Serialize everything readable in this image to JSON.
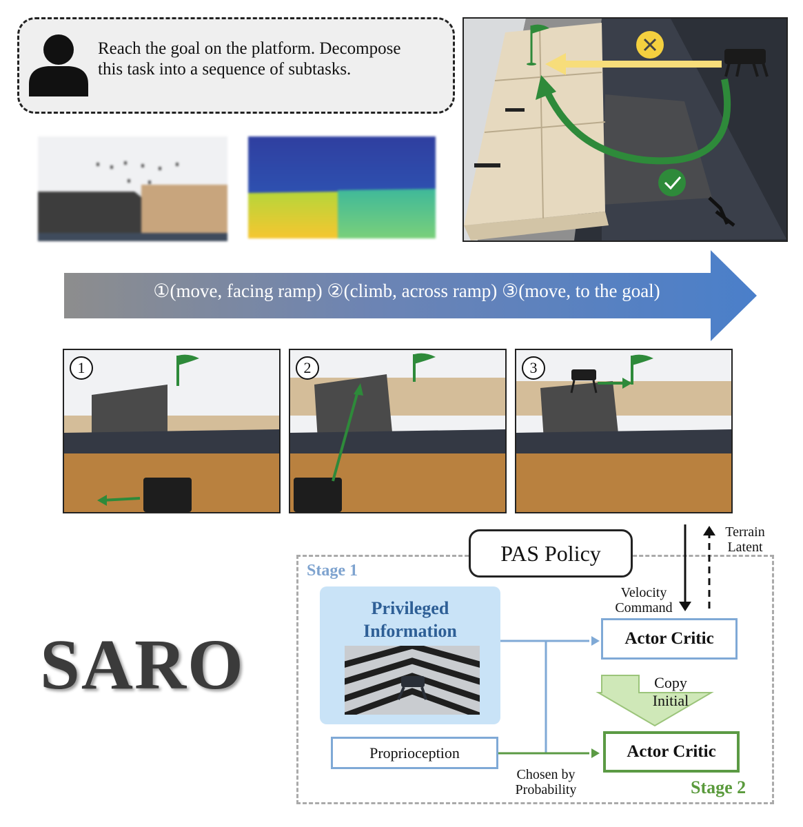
{
  "prompt": {
    "text_line1": "Reach the goal on the platform. Decompose",
    "text_line2": "this task into a sequence of subtasks."
  },
  "plan_banner": {
    "text": "①(move, facing ramp) ②(climb, across ramp) ③(move, to the goal)"
  },
  "steps": [
    {
      "number": "1"
    },
    {
      "number": "2"
    },
    {
      "number": "3"
    }
  ],
  "diagram": {
    "policy_label": "PAS Policy",
    "terrain_latent_line1": "Terrain",
    "terrain_latent_line2": "Latent",
    "velocity_command_line1": "Velocity",
    "velocity_command_line2": "Command",
    "stage1_label": "Stage 1",
    "stage2_label": "Stage 2",
    "privileged_line1": "Privileged",
    "privileged_line2": "Information",
    "proprioception_label": "Proprioception",
    "actor_critic_1": "Actor Critic",
    "actor_critic_2": "Actor Critic",
    "copy_line1": "Copy",
    "copy_line2": "Initial",
    "chosen_line1": "Chosen by",
    "chosen_line2": "Probability"
  },
  "title": "SARO",
  "colors": {
    "green_path": "#2e8a3a",
    "yellow_path": "#f7dd7a",
    "banner_start": "#8d8d8d",
    "banner_end": "#4a7fca",
    "stage1_blue": "#7ea3cf",
    "stage2_green": "#5a9a3c"
  }
}
